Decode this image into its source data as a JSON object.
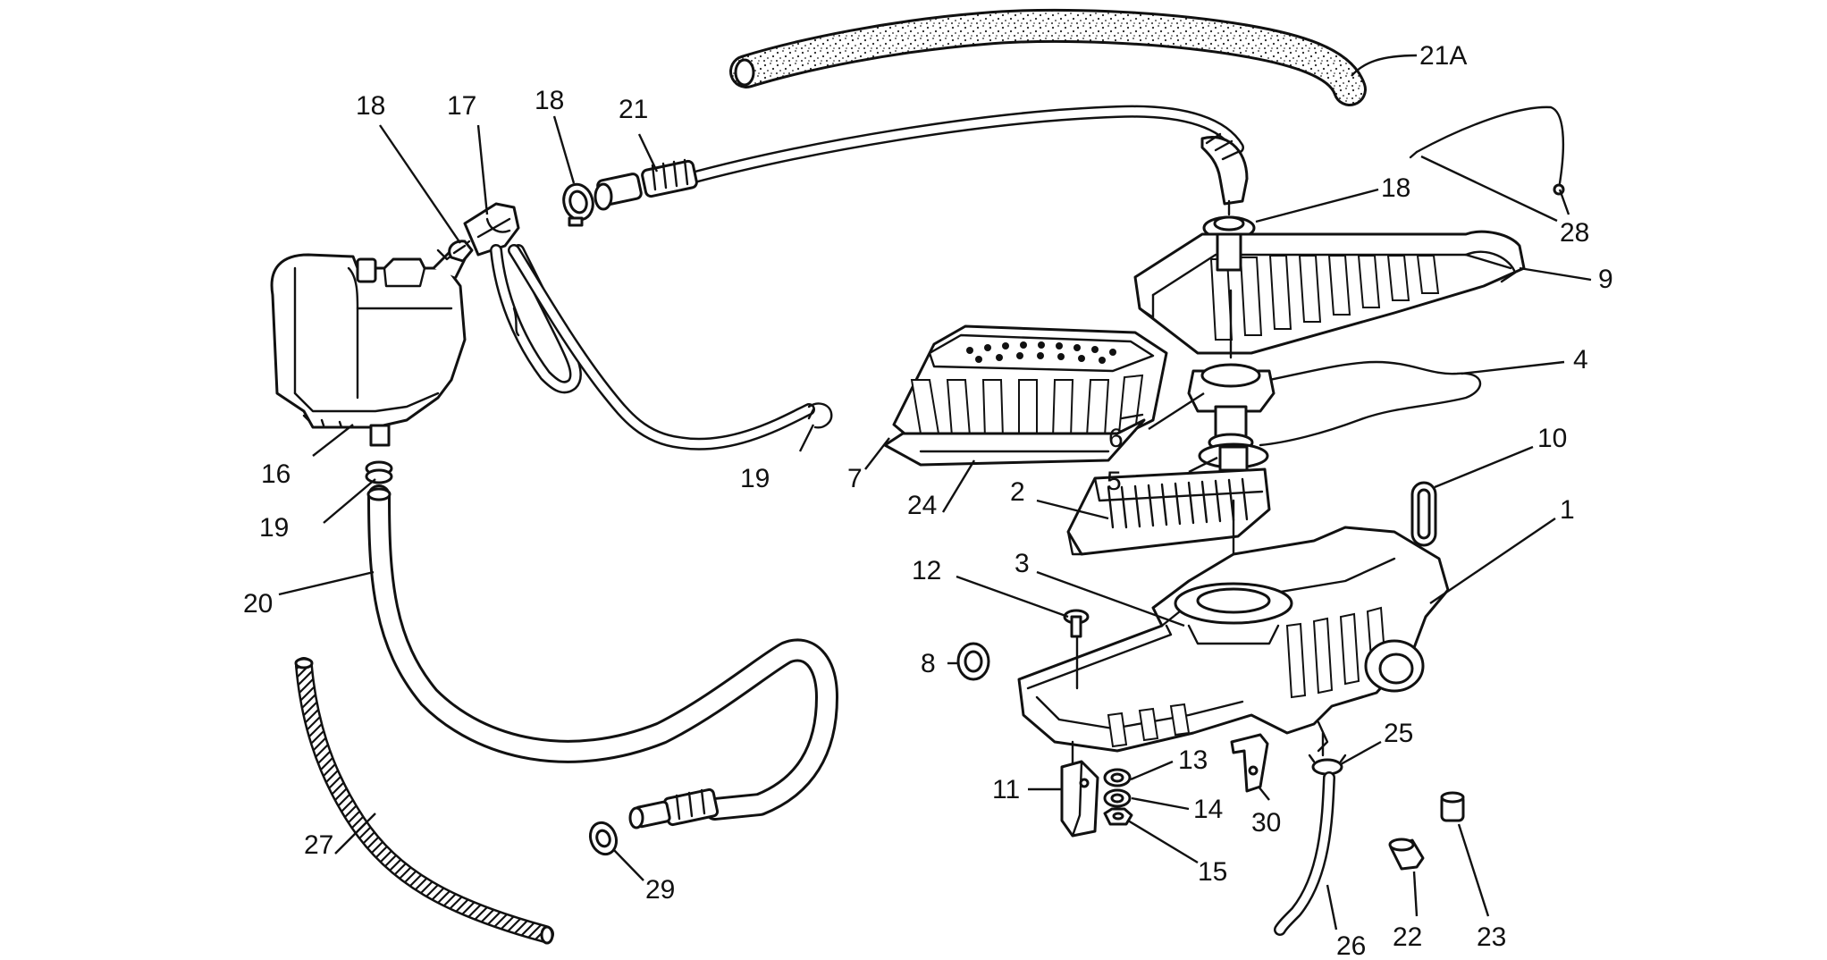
{
  "callouts": [
    {
      "id": "21A",
      "label": "21A"
    },
    {
      "id": "18a",
      "label": "18"
    },
    {
      "id": "17",
      "label": "17"
    },
    {
      "id": "18b",
      "label": "18"
    },
    {
      "id": "21",
      "label": "21"
    },
    {
      "id": "18c",
      "label": "18"
    },
    {
      "id": "28",
      "label": "28"
    },
    {
      "id": "9",
      "label": "9"
    },
    {
      "id": "4",
      "label": "4"
    },
    {
      "id": "6",
      "label": "6"
    },
    {
      "id": "10",
      "label": "10"
    },
    {
      "id": "16",
      "label": "16"
    },
    {
      "id": "19a",
      "label": "19"
    },
    {
      "id": "19b",
      "label": "19"
    },
    {
      "id": "7",
      "label": "7"
    },
    {
      "id": "5",
      "label": "5"
    },
    {
      "id": "24",
      "label": "24"
    },
    {
      "id": "2",
      "label": "2"
    },
    {
      "id": "1",
      "label": "1"
    },
    {
      "id": "20",
      "label": "20"
    },
    {
      "id": "12",
      "label": "12"
    },
    {
      "id": "3",
      "label": "3"
    },
    {
      "id": "8",
      "label": "8"
    },
    {
      "id": "25",
      "label": "25"
    },
    {
      "id": "13",
      "label": "13"
    },
    {
      "id": "11",
      "label": "11"
    },
    {
      "id": "14",
      "label": "14"
    },
    {
      "id": "30",
      "label": "30"
    },
    {
      "id": "27",
      "label": "27"
    },
    {
      "id": "15",
      "label": "15"
    },
    {
      "id": "29",
      "label": "29"
    },
    {
      "id": "26",
      "label": "26"
    },
    {
      "id": "22",
      "label": "22"
    },
    {
      "id": "23",
      "label": "23"
    }
  ]
}
